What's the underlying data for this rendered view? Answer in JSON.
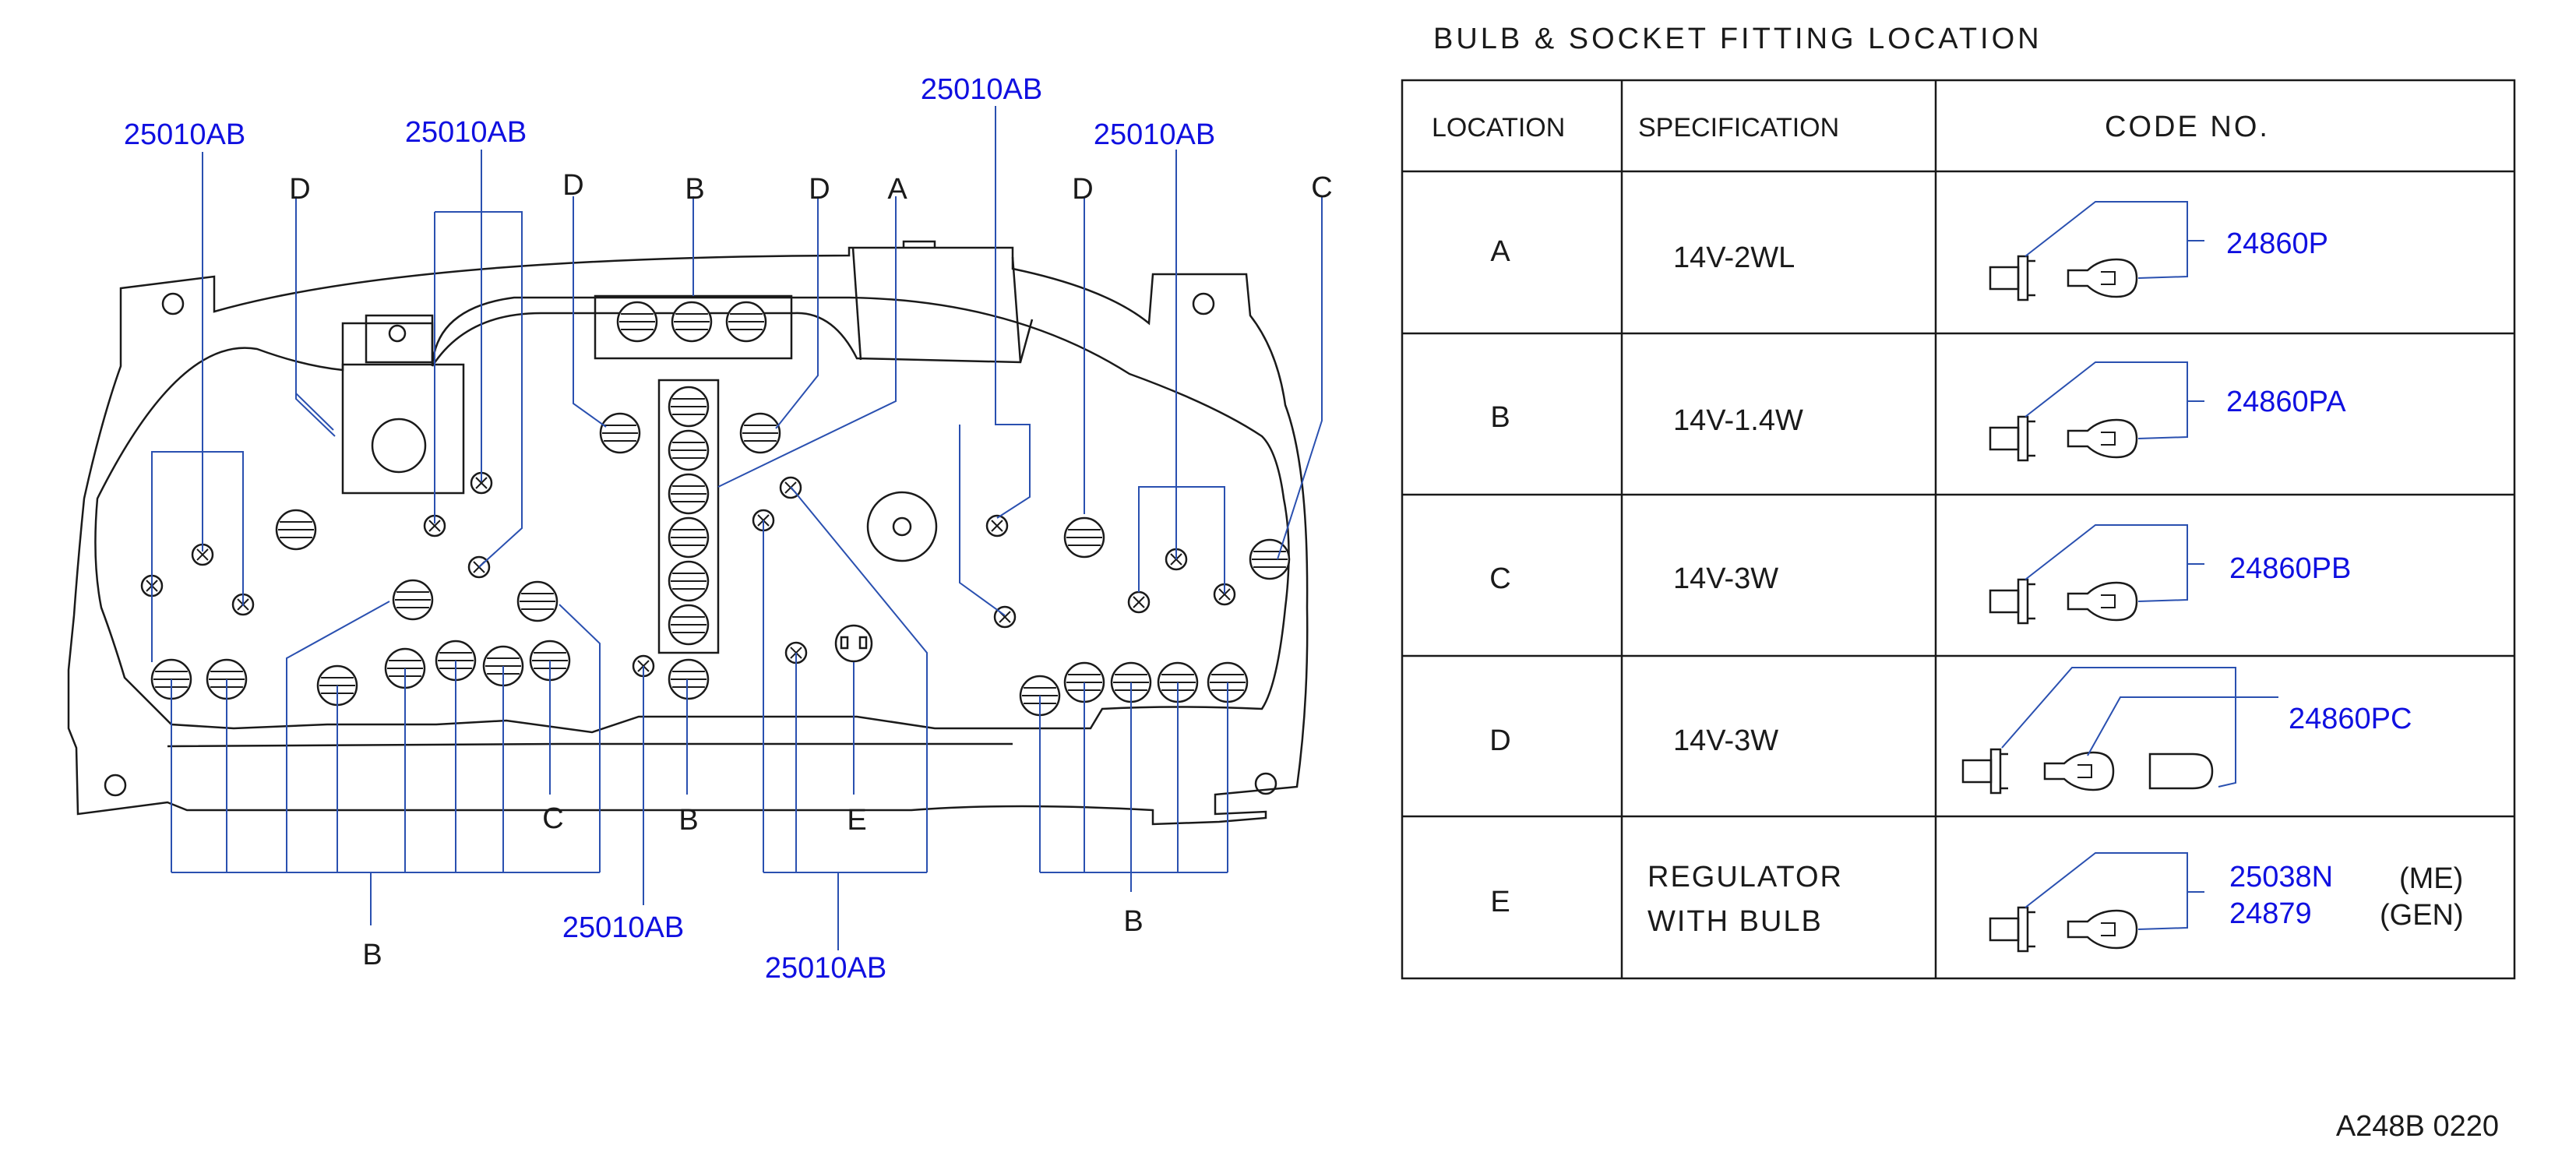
{
  "title": "BULB & SOCKET FITTING LOCATION",
  "diagram_id": "A248B 0220",
  "colors": {
    "line": "#1a1a1a",
    "callout": "#1010e0",
    "leader": "#2a50b0"
  },
  "cluster": {
    "labels": {
      "a": "A",
      "b_top": "B",
      "b_mid": "B",
      "b_bottom_left": "B",
      "b_bottom_right": "B",
      "c_right": "C",
      "c_bottom": "C",
      "d1": "D",
      "d2": "D",
      "d3": "D",
      "d4": "D",
      "e": "E"
    },
    "part_numbers": {
      "p1": "25010AB",
      "p2": "25010AB",
      "p3": "25010AB",
      "p4": "25010AB",
      "p5": "25010AB",
      "p6": "25010AB"
    }
  },
  "table": {
    "headers": {
      "location": "LOCATION",
      "specification": "SPECIFICATION",
      "code": "CODE NO."
    },
    "rows": [
      {
        "location": "A",
        "specification": "14V-2WL",
        "code1": "24860P",
        "code2": "",
        "note1": "",
        "note2": ""
      },
      {
        "location": "B",
        "specification": "14V-1.4W",
        "code1": "24860PA",
        "code2": "",
        "note1": "",
        "note2": ""
      },
      {
        "location": "C",
        "specification": "14V-3W",
        "code1": "24860PB",
        "code2": "",
        "note1": "",
        "note2": ""
      },
      {
        "location": "D",
        "specification": "14V-3W",
        "code1": "24860PC",
        "code2": "",
        "note1": "",
        "note2": ""
      },
      {
        "location": "E",
        "specification": "REGULATOR",
        "specification2": "WITH BULB",
        "code1": "25038N",
        "code2": "24879",
        "note1": "(ME)",
        "note2": "(GEN)"
      }
    ]
  }
}
